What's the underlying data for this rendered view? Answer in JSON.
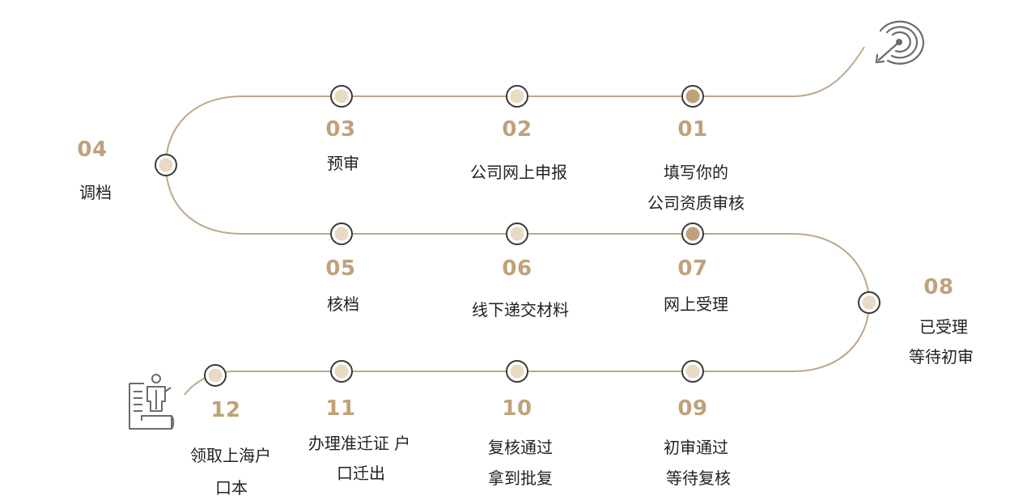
{
  "colors": {
    "path": "#bda889",
    "node_fill": "#e8dac4",
    "node_fill_active": "#bfa27a",
    "node_ring": "#3a3a3a",
    "number": "#bfa27a",
    "text": "#222222"
  },
  "icons": {
    "target": "target-icon",
    "person": "person-document-icon"
  },
  "steps": [
    {
      "number": "01",
      "line1": "填写你的",
      "line2": "公司资质审核"
    },
    {
      "number": "02",
      "line1": "公司网上申报",
      "line2": ""
    },
    {
      "number": "03",
      "line1": "预审",
      "line2": ""
    },
    {
      "number": "04",
      "line1": "调档",
      "line2": ""
    },
    {
      "number": "05",
      "line1": "核档",
      "line2": ""
    },
    {
      "number": "06",
      "line1": "线下递交材料",
      "line2": ""
    },
    {
      "number": "07",
      "line1": "网上受理",
      "line2": ""
    },
    {
      "number": "08",
      "line1": "已受理",
      "line2": "等待初审"
    },
    {
      "number": "09",
      "line1": "初审通过",
      "line2": "等待复核"
    },
    {
      "number": "10",
      "line1": "复核通过",
      "line2": "拿到批复"
    },
    {
      "number": "11",
      "line1": "办理准迁证 户",
      "line2": "口迁出"
    },
    {
      "number": "12",
      "line1": "领取上海户",
      "line2": "口本"
    }
  ]
}
